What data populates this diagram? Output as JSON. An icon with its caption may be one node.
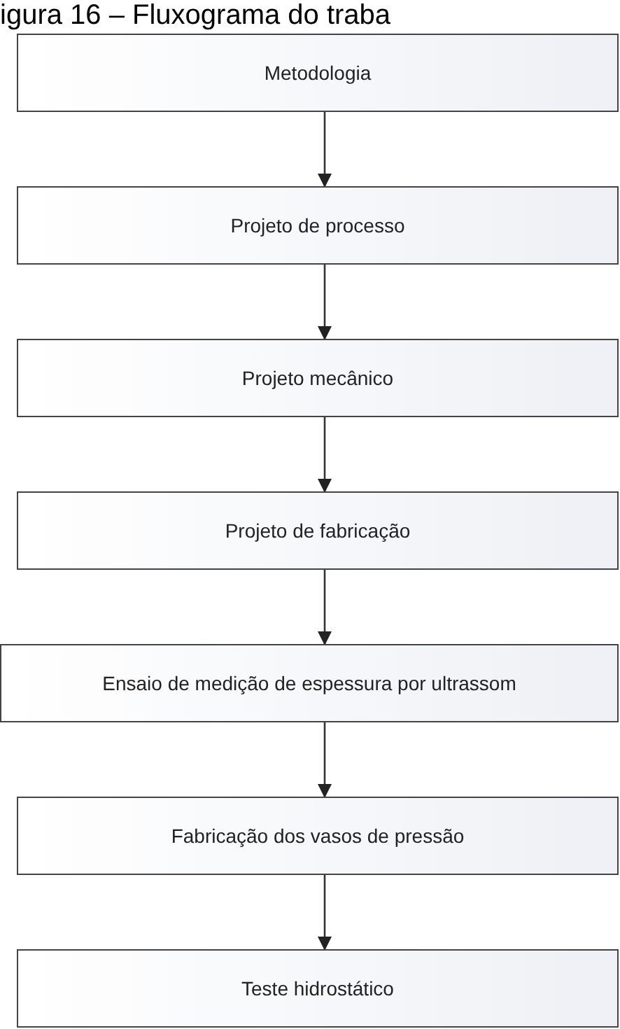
{
  "diagram": {
    "title": "igura 16 – Fluxograma do traba",
    "nodes": [
      {
        "text": [
          "Metodologia"
        ]
      },
      {
        "text": [
          "Projeto de processo"
        ]
      },
      {
        "text": [
          "Projeto mecânico"
        ]
      },
      {
        "text": [
          "Projeto de fabricação"
        ]
      },
      {
        "text": [
          "Ensaio de medição de espessura por ultrassom"
        ]
      },
      {
        "text": [
          "Fabricação dos vasos de pressão"
        ]
      },
      {
        "text": [
          "Teste hidrostático"
        ]
      }
    ],
    "edges": [
      {
        "from": 0,
        "to": 1,
        "arrow": "to"
      },
      {
        "from": 1,
        "to": 2,
        "arrow": "to"
      },
      {
        "from": 2,
        "to": 3,
        "arrow": "to"
      },
      {
        "from": 3,
        "to": 4,
        "arrow": "to"
      },
      {
        "from": 4,
        "to": 5,
        "arrow": "to"
      },
      {
        "from": 5,
        "to": 6,
        "arrow": "to"
      }
    ]
  }
}
